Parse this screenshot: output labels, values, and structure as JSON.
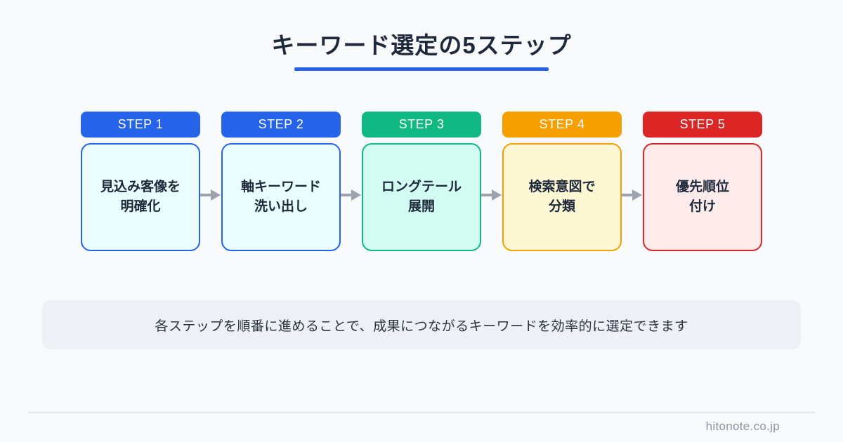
{
  "page": {
    "title": "キーワード選定の5ステップ",
    "background": "#f8fafc",
    "accent_color": "#2563eb",
    "text_color": "#1e293b"
  },
  "steps": [
    {
      "label": "STEP 1",
      "color": "#2563eb",
      "body_bg": "#eafdff",
      "lines": [
        "見込み客像を",
        "明確化"
      ]
    },
    {
      "label": "STEP 2",
      "color": "#2563eb",
      "body_bg": "#eafdff",
      "lines": [
        "軸キーワード",
        "洗い出し"
      ]
    },
    {
      "label": "STEP 3",
      "color": "#10b981",
      "body_bg": "#d2fcf2",
      "lines": [
        "ロングテール",
        "展開"
      ]
    },
    {
      "label": "STEP 4",
      "color": "#f5a000",
      "body_bg": "#fdf8d3",
      "lines": [
        "検索意図で",
        "分類"
      ]
    },
    {
      "label": "STEP 5",
      "color": "#dc2626",
      "body_bg": "#fdebeb",
      "lines": [
        "優先順位",
        "付け"
      ]
    }
  ],
  "arrow": {
    "name": "arrow-right-icon",
    "color": "#9ca3af"
  },
  "note": {
    "text": "各ステップを順番に進めることで、成果につながるキーワードを効率的に選定できます",
    "background": "#edf1f5"
  },
  "footer": {
    "site": "hitonote.co.jp",
    "divider_color": "#cbd5e1"
  }
}
